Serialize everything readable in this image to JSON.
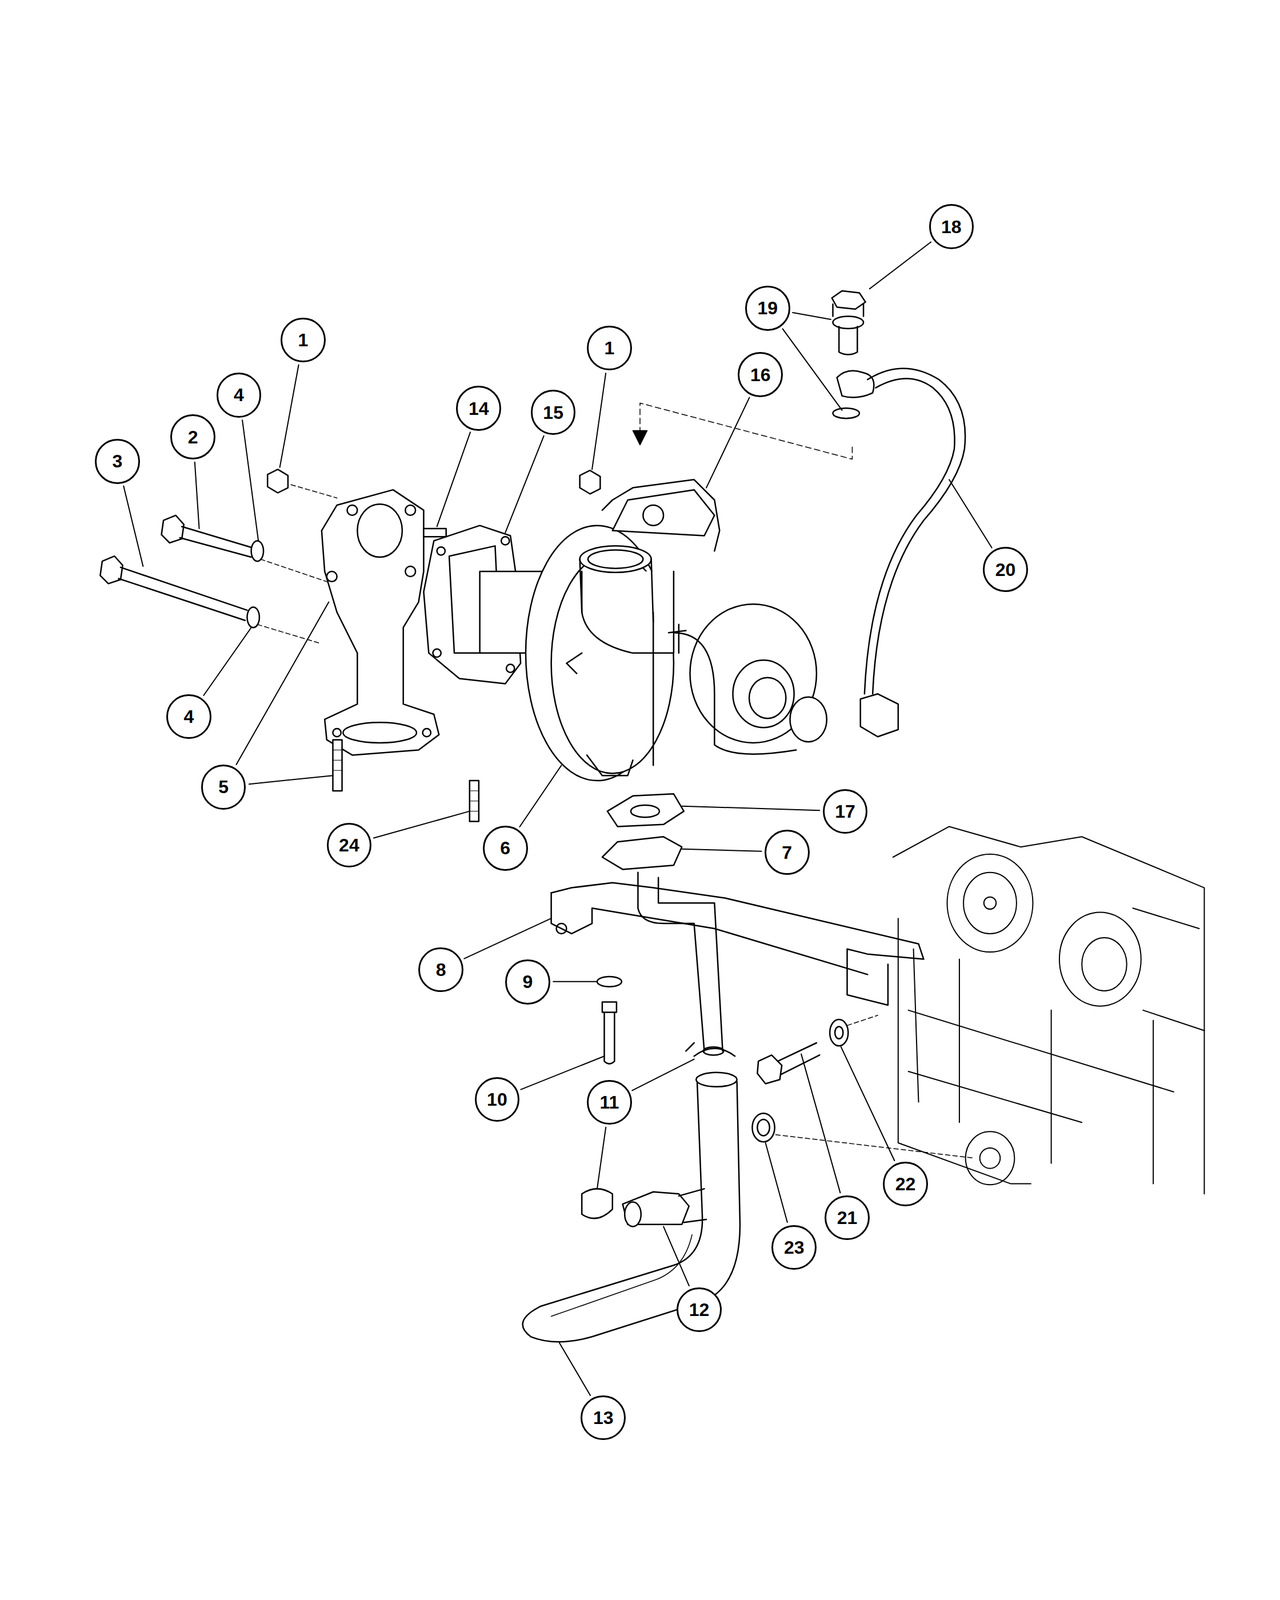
{
  "diagram": {
    "nodes": [
      {
        "text": [
          "18"
        ]
      },
      {
        "text": [
          "19"
        ]
      },
      {
        "text": [
          "1"
        ]
      },
      {
        "text": [
          "1"
        ]
      },
      {
        "text": [
          "16"
        ]
      },
      {
        "text": [
          "4"
        ]
      },
      {
        "text": [
          "14"
        ]
      },
      {
        "text": [
          "15"
        ]
      },
      {
        "text": [
          "2"
        ]
      },
      {
        "text": [
          "3"
        ]
      },
      {
        "text": [
          "20"
        ]
      },
      {
        "text": [
          "4"
        ]
      },
      {
        "text": [
          "5"
        ]
      },
      {
        "text": [
          "17"
        ]
      },
      {
        "text": [
          "24"
        ]
      },
      {
        "text": [
          "6"
        ]
      },
      {
        "text": [
          "7"
        ]
      },
      {
        "text": [
          "8"
        ]
      },
      {
        "text": [
          "9"
        ]
      },
      {
        "text": [
          "10"
        ]
      },
      {
        "text": [
          "11"
        ]
      },
      {
        "text": [
          "22"
        ]
      },
      {
        "text": [
          "21"
        ]
      },
      {
        "text": [
          "23"
        ]
      },
      {
        "text": [
          "12"
        ]
      },
      {
        "text": [
          "13"
        ]
      }
    ],
    "edges": []
  }
}
